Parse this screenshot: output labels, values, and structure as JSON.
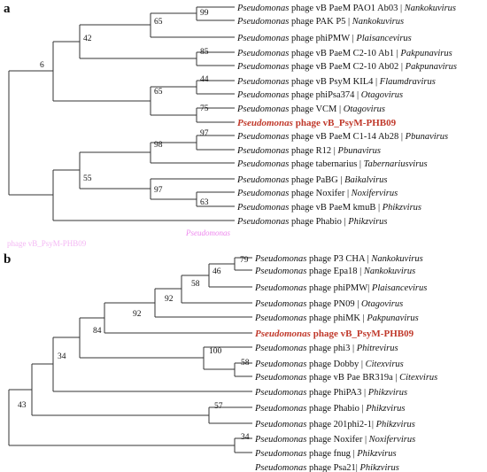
{
  "panels": [
    {
      "letter": "a",
      "tips": [
        {
          "genus": "Pseudomonas",
          "rest": " phage vB PaeM PAO1 Ab03 | ",
          "genus2": "Nankokuvirus"
        },
        {
          "genus": "Pseudomonas",
          "rest": " phage PAK P5 | ",
          "genus2": "Nankokuvirus"
        },
        {
          "genus": "Pseudomonas",
          "rest": " phage phiPMW | ",
          "genus2": "Plaisancevirus"
        },
        {
          "genus": "Pseudomonas",
          "rest": " phage vB PaeM C2-10 Ab1 | ",
          "genus2": "Pakpunavirus"
        },
        {
          "genus": "Pseudomonas",
          "rest": " phage vB PaeM C2-10 Ab02 | ",
          "genus2": "Pakpunavirus"
        },
        {
          "genus": "Pseudomonas",
          "rest": " phage vB PsyM KIL4 | ",
          "genus2": "Flaumdravirus"
        },
        {
          "genus": "Pseudomonas",
          "rest": " phage phiPsa374 | ",
          "genus2": "Otagovirus"
        },
        {
          "genus": "Pseudomonas",
          "rest": " phage VCM | ",
          "genus2": "Otagovirus"
        },
        {
          "genus": "Pseudomonas",
          "rest": " phage vB_PsyM-PHB09",
          "genus2": "",
          "highlight": true
        },
        {
          "genus": "Pseudomonas",
          "rest": " phage vB PaeM C1-14 Ab28 | ",
          "genus2": "Pbunavirus"
        },
        {
          "genus": "Pseudomonas",
          "rest": " phage R12 | ",
          "genus2": "Pbunavirus"
        },
        {
          "genus": "Pseudomonas",
          "rest": " phage tabernarius | ",
          "genus2": "Tabernariusvirus"
        },
        {
          "genus": "Pseudomonas",
          "rest": " phage PaBG | ",
          "genus2": "Baikalvirus"
        },
        {
          "genus": "Pseudomonas",
          "rest": " phage Noxifer | ",
          "genus2": "Noxifervirus"
        },
        {
          "genus": "Pseudomonas",
          "rest": " phage vB PaeM kmuB | ",
          "genus2": "Phikzvirus"
        },
        {
          "genus": "Pseudomonas",
          "rest": " phage Phabio | ",
          "genus2": "Phikzvirus"
        }
      ],
      "bootstraps": [
        "99",
        "65",
        "42",
        "85",
        "44",
        "65",
        "75",
        "6",
        "97",
        "98",
        "55",
        "97",
        "63"
      ]
    },
    {
      "letter": "b",
      "tips": [
        {
          "genus": "Pseudomonas",
          "rest": " phage P3 CHA | ",
          "genus2": "Nankokuvirus"
        },
        {
          "genus": "Pseudomonas",
          "rest": " phage Epa18 | ",
          "genus2": "Nankokuvirus"
        },
        {
          "genus": "Pseudomonas",
          "rest": " phage phiPMW| ",
          "genus2": "Plaisancevirus"
        },
        {
          "genus": "Pseudomonas",
          "rest": " phage PN09 | ",
          "genus2": "Otagovirus"
        },
        {
          "genus": "Pseudomonas",
          "rest": " phage phiMK | ",
          "genus2": "Pakpunavirus"
        },
        {
          "genus": "Pseudomonas",
          "rest": " phage vB_PsyM-PHB09",
          "genus2": "",
          "highlight": true
        },
        {
          "genus": "Pseudomonas",
          "rest": " phage phi3 | ",
          "genus2": "Phitrevirus"
        },
        {
          "genus": "Pseudomonas",
          "rest": " phage Dobby | ",
          "genus2": "Citexvirus"
        },
        {
          "genus": "Pseudomonas",
          "rest": " phage vB Pae BR319a | ",
          "genus2": "Citexvirus"
        },
        {
          "genus": "Pseudomonas",
          "rest": " phage PhiPA3 | ",
          "genus2": "Phikzvirus"
        },
        {
          "genus": "Pseudomonas",
          "rest": " phage Phabio | ",
          "genus2": "Phikzvirus"
        },
        {
          "genus": "Pseudomonas",
          "rest": " phage 201phi2-1| ",
          "genus2": "Phikzvirus"
        },
        {
          "genus": "Pseudomonas",
          "rest": " phage Noxifer | ",
          "genus2": "Noxifervirus"
        },
        {
          "genus": "Pseudomonas",
          "rest": " phage fnug | ",
          "genus2": "Phikzvirus"
        },
        {
          "genus": "Pseudomonas",
          "rest": " phage Psa21| ",
          "genus2": "Phikzvirus"
        }
      ],
      "bootstraps": [
        "79",
        "46",
        "58",
        "92",
        "92",
        "84",
        "100",
        "58",
        "34",
        "57",
        "43",
        "34"
      ]
    }
  ],
  "artifacts": {
    "left_text": "phage vB_PsyM-PHB09",
    "mid_text": "Pseudomonas"
  },
  "colors": {
    "highlight": "#c0392b",
    "line": "#333333",
    "ghost": "#ee88ee"
  }
}
